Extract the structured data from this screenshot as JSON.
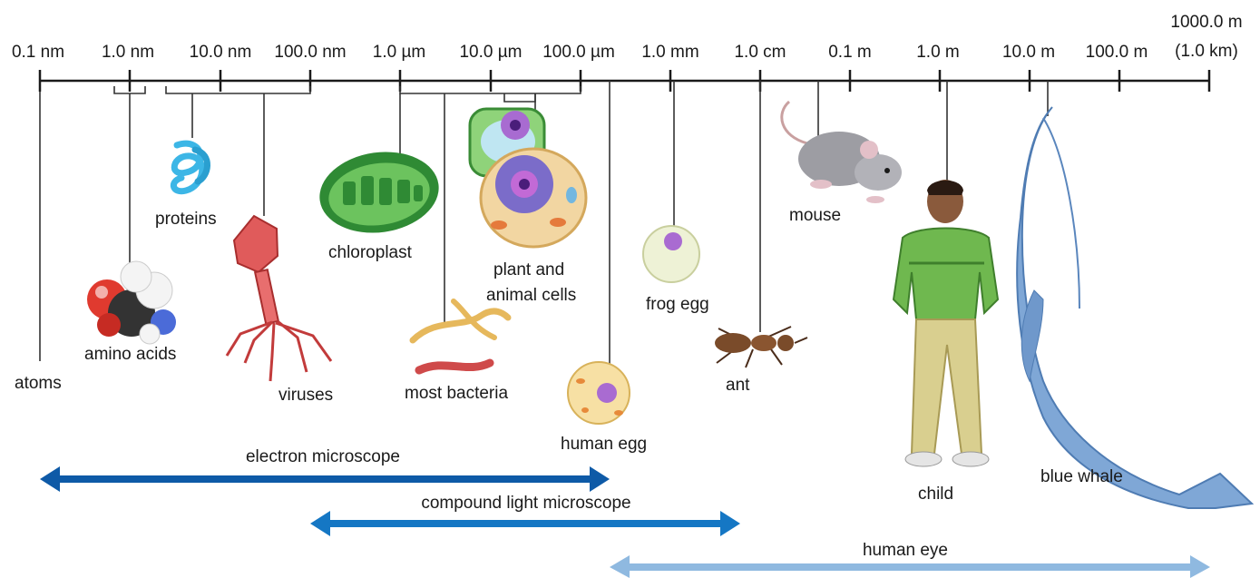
{
  "scale": {
    "ticks": [
      "0.1 nm",
      "1.0 nm",
      "10.0 nm",
      "100.0 nm",
      "1.0 µm",
      "10.0 µm",
      "100.0 µm",
      "1.0 mm",
      "1.0 cm",
      "0.1 m",
      "1.0 m",
      "10.0 m",
      "100.0 m",
      "1000.0 m",
      "(1.0 km)"
    ]
  },
  "items": {
    "atoms": "atoms",
    "amino_acids": "amino acids",
    "proteins": "proteins",
    "viruses": "viruses",
    "chloroplast": "chloroplast",
    "most_bacteria": "most bacteria",
    "cells_line1": "plant and",
    "cells_line2": "animal cells",
    "human_egg": "human egg",
    "frog_egg": "frog egg",
    "ant": "ant",
    "mouse": "mouse",
    "child": "child",
    "blue_whale": "blue whale"
  },
  "ranges": {
    "electron": "electron microscope",
    "compound": "compound light microscope",
    "eye": "human eye"
  },
  "colors": {
    "electron_arrow": "#0e5aa7",
    "compound_arrow": "#1577c4",
    "eye_arrow": "#8fb9e0",
    "chloroplast": "#3f9a3f",
    "whale": "#7fa7d6",
    "protein": "#3cb6e6",
    "virus": "#d94a4a",
    "shirt": "#6fb84f",
    "pants": "#d9cf8f"
  }
}
